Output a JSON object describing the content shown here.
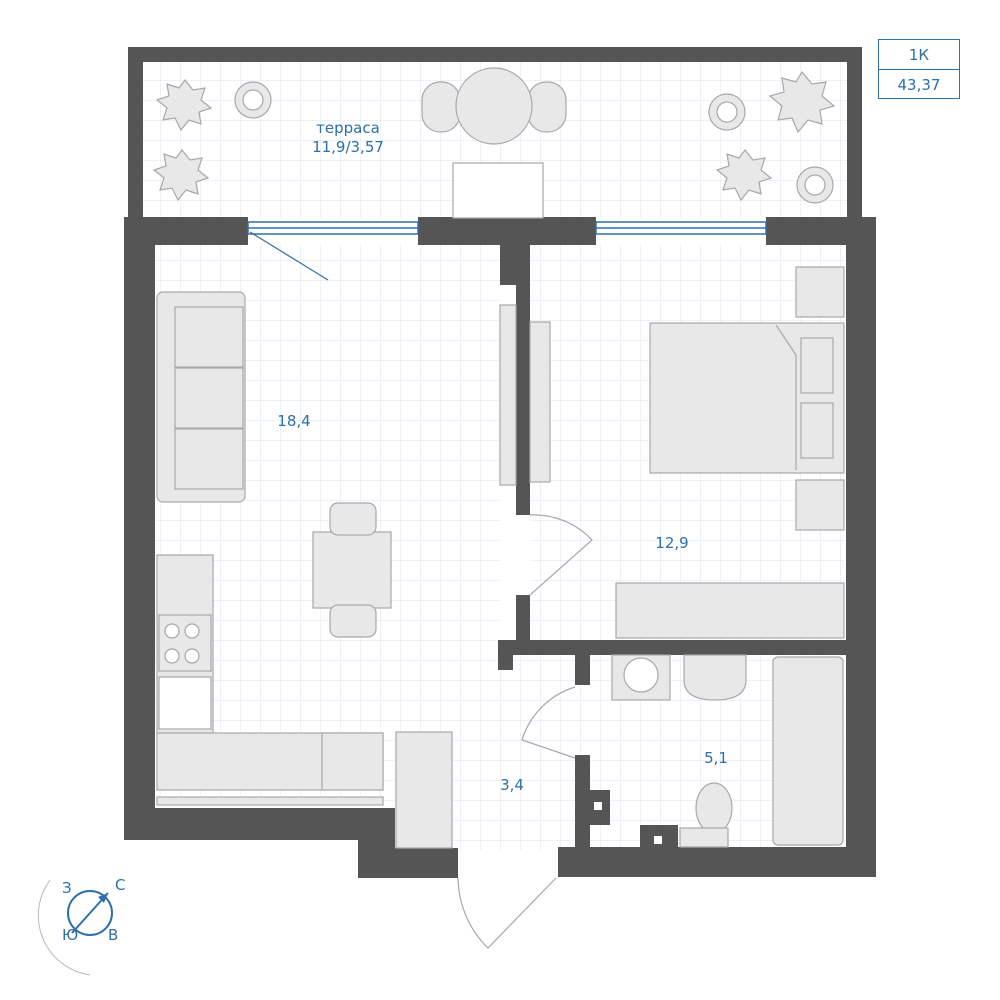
{
  "badge": {
    "type": "1К",
    "total_area": "43,37"
  },
  "rooms": {
    "terrace": {
      "name": "терраса",
      "area": "11,9/3,57"
    },
    "living_kitchen": {
      "area": "18,4"
    },
    "bedroom": {
      "area": "12,9"
    },
    "hall": {
      "area": "3,4"
    },
    "bathroom": {
      "area": "5,1"
    }
  },
  "compass": {
    "north": "С",
    "south": "Ю",
    "east": "В",
    "west": "З"
  },
  "colors": {
    "wall": "#555555",
    "accent": "#2f6fa8",
    "grid": "#d9e6ef",
    "furniture_fill": "#e8e8e8",
    "furniture_stroke": "#a8a8a8"
  }
}
